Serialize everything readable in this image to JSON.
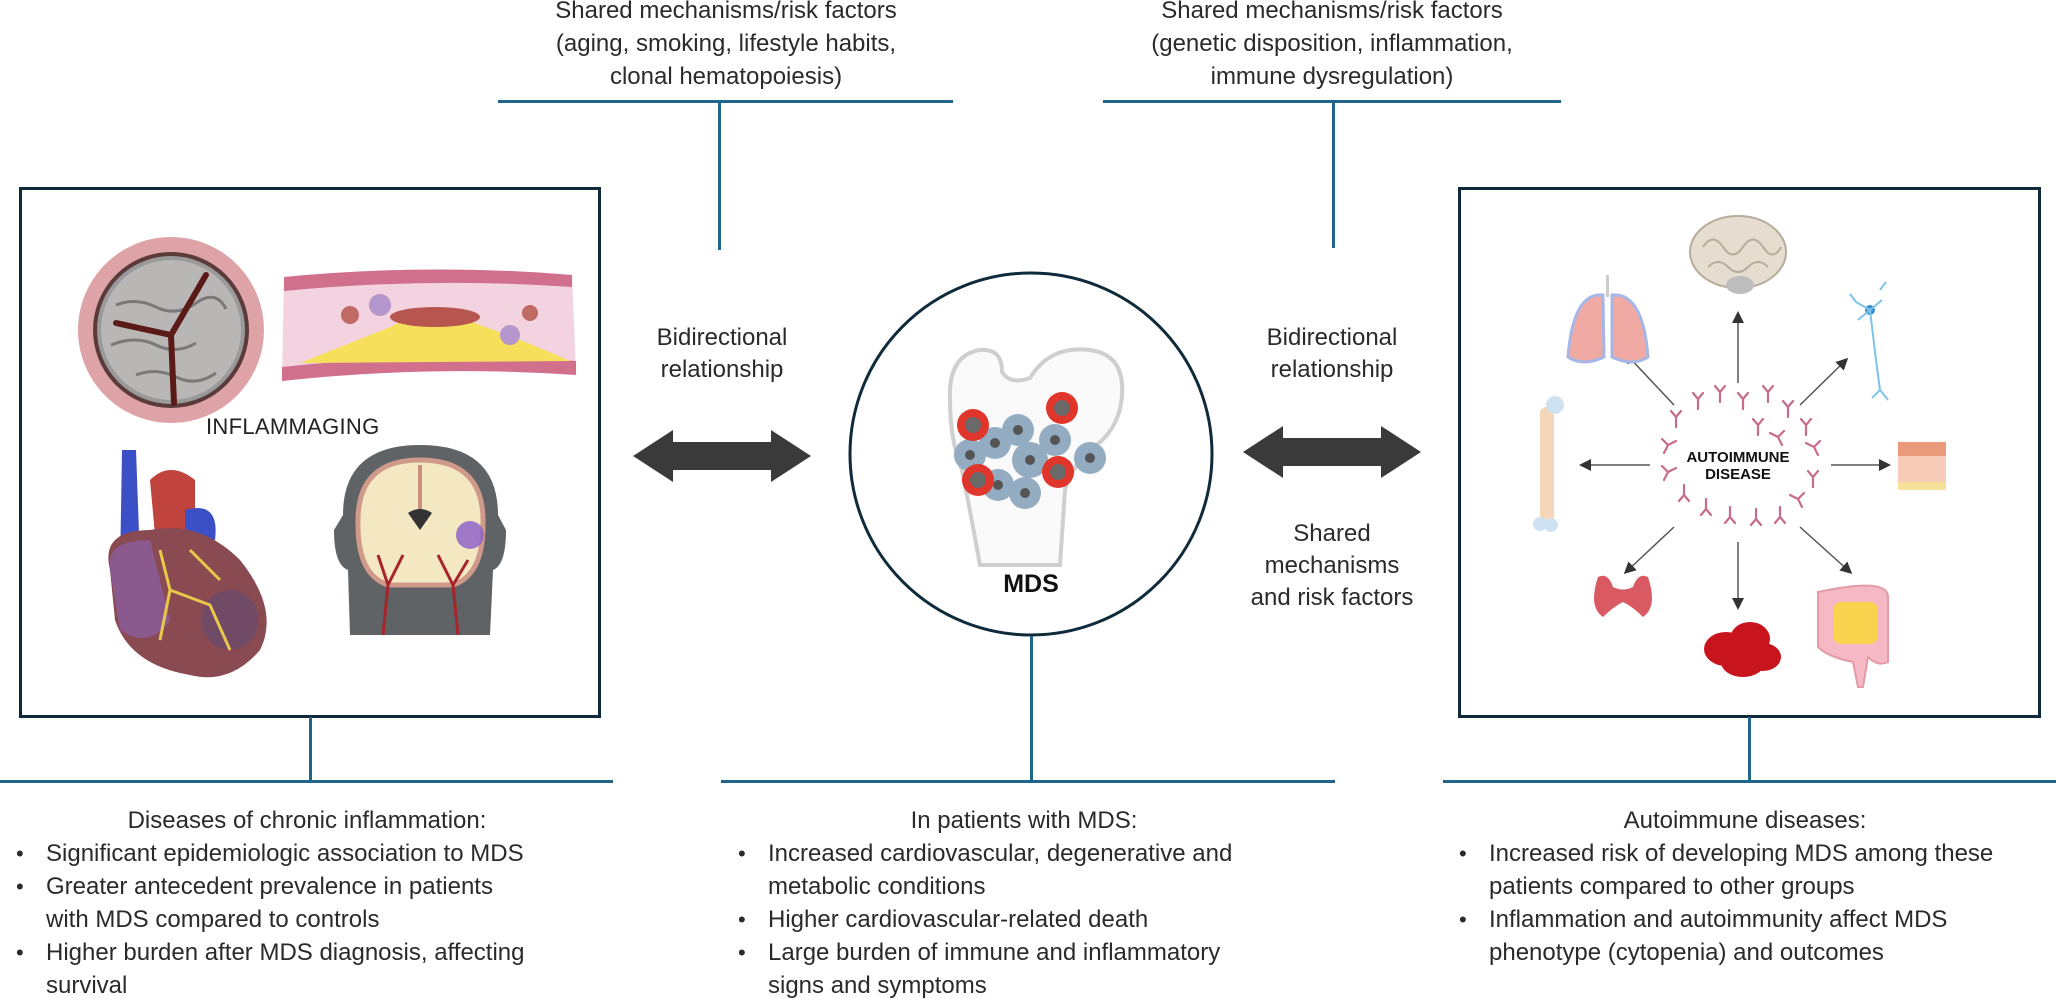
{
  "top_notes": {
    "left": {
      "lines": [
        "Shared mechanisms/risk factors",
        "(aging, smoking, lifestyle habits,",
        "clonal hematopoiesis)"
      ]
    },
    "right": {
      "lines": [
        "Shared mechanisms/risk factors",
        "(genetic disposition, inflammation,",
        "immune dysregulation)"
      ]
    }
  },
  "left_panel": {
    "label": "INFLAMMAGING",
    "illustrations": [
      "aortic-valve",
      "atherosclerotic-artery",
      "heart",
      "brain-coronal-section"
    ]
  },
  "center": {
    "label": "MDS",
    "illustration": "femur-bone-marrow-cells"
  },
  "right_panel": {
    "label_lines": [
      "AUTOIMMUNE",
      "DISEASE"
    ],
    "organs": [
      "brain",
      "lungs",
      "neuron",
      "bone",
      "skin",
      "thyroid",
      "red-blood-cells",
      "intestine"
    ]
  },
  "connectors": {
    "left_arrow_label": [
      "Bidirectional",
      "relationship"
    ],
    "right_arrow_label": [
      "Bidirectional",
      "relationship"
    ],
    "right_arrow_sublabel": [
      "Shared",
      "mechanisms",
      "and risk factors"
    ]
  },
  "bottom": {
    "left": {
      "title": "Diseases of chronic inflammation:",
      "bullets": [
        "Significant epidemiologic association to MDS",
        "Greater antecedent prevalence in patients with MDS compared to controls",
        "Higher burden after MDS diagnosis, affecting survival"
      ]
    },
    "center": {
      "title": "In patients with MDS:",
      "bullets": [
        "Increased cardiovascular, degenerative and metabolic conditions",
        "Higher cardiovascular-related death",
        "Large burden of immune and inflammatory signs and symptoms"
      ]
    },
    "right": {
      "title": "Autoimmune diseases:",
      "bullets": [
        "Increased risk of developing MDS among these patients compared to other groups",
        "Inflammation and autoimmunity affect MDS phenotype (cytopenia) and outcomes"
      ]
    }
  },
  "colors": {
    "connector_line": "#1f6688",
    "panel_border": "#0f2a3a",
    "arrow": "#3a3a3a",
    "blast_cell_red": "#e0352b",
    "marrow_cell_blue": "#8fa8bf"
  }
}
